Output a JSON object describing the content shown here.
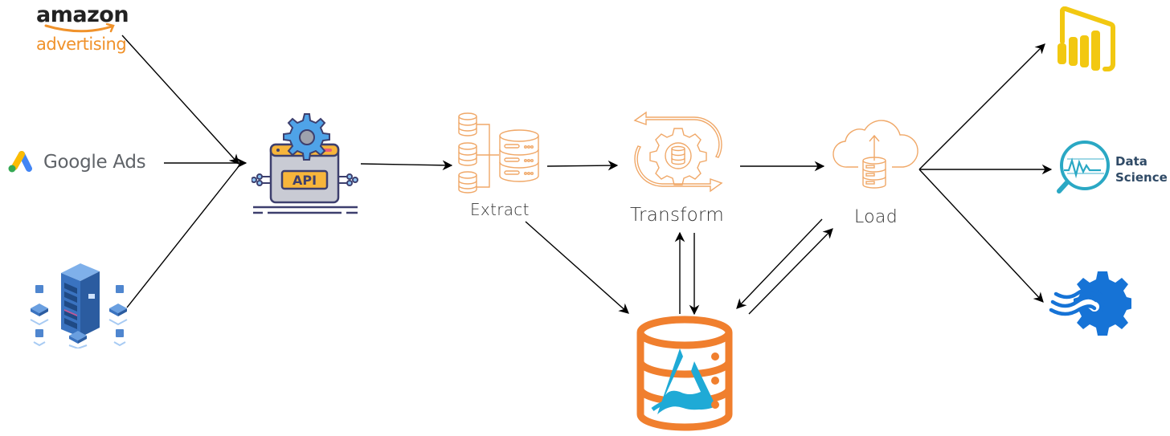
{
  "sources": [
    {
      "id": "amazon",
      "name": "Amazon Advertising",
      "word_top": "amazon",
      "word_bottom": "advertising"
    },
    {
      "id": "google",
      "name": "Google Ads",
      "label": "Google Ads"
    },
    {
      "id": "servers",
      "name": "On-premise servers"
    }
  ],
  "api": {
    "label": "API"
  },
  "stages": {
    "extract": {
      "label": "Extract"
    },
    "transform": {
      "label": "Transform"
    },
    "load": {
      "label": "Load"
    }
  },
  "storage": {
    "name": "Data lake / warehouse"
  },
  "destinations": [
    {
      "id": "powerbi",
      "name": "Power BI"
    },
    {
      "id": "datascience",
      "name": "Data Science",
      "line1": "Data",
      "line2": "Science"
    },
    {
      "id": "automation",
      "name": "Automation / Data pipeline tool"
    }
  ],
  "colors": {
    "amazon_orange": "#f0922b",
    "etl_orange": "#f0a868",
    "storage_orange": "#f07f2e",
    "storage_teal": "#1faad6",
    "powerbi_yellow": "#f2c811",
    "datascience_teal": "#2aa8c4",
    "automation_blue": "#1673d6",
    "server_blue": "#3a73c0",
    "api_orange": "#f7b53b",
    "api_gear_blue": "#4fa3e8"
  },
  "connections": [
    {
      "from": "Amazon Advertising",
      "to": "API"
    },
    {
      "from": "Google Ads",
      "to": "API"
    },
    {
      "from": "On-premise servers",
      "to": "API"
    },
    {
      "from": "API",
      "to": "Extract"
    },
    {
      "from": "Extract",
      "to": "Transform"
    },
    {
      "from": "Transform",
      "to": "Load"
    },
    {
      "from": "Extract",
      "to": "Storage"
    },
    {
      "from": "Storage",
      "to": "Transform"
    },
    {
      "from": "Transform",
      "to": "Storage"
    },
    {
      "from": "Load",
      "to": "Storage"
    },
    {
      "from": "Storage",
      "to": "Load"
    },
    {
      "from": "Load",
      "to": "Power BI"
    },
    {
      "from": "Load",
      "to": "Data Science"
    },
    {
      "from": "Load",
      "to": "Automation"
    }
  ]
}
